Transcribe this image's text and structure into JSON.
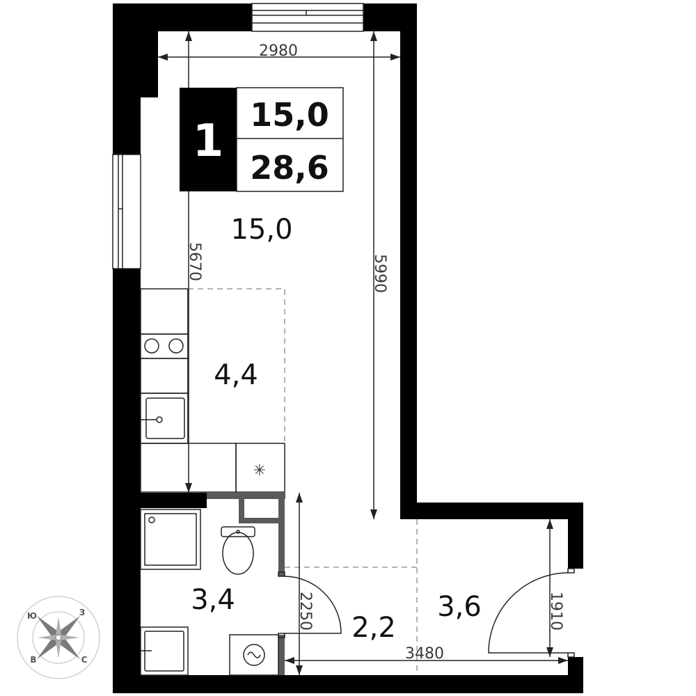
{
  "apartment": {
    "rooms_count": "1",
    "living_area": "15,0",
    "total_area": "28,6"
  },
  "rooms": {
    "living": "15,0",
    "kitchen": "4,4",
    "bathroom": "3,4",
    "corridor": "2,2",
    "hall": "3,6"
  },
  "dimensions": {
    "top_width": "2980",
    "left_height": "5670",
    "right_height": "5990",
    "bath_height": "2250",
    "entry_height": "1910",
    "bottom_width": "3480"
  },
  "compass": {
    "north_right_top": "З",
    "left_top": "Ю",
    "left_bottom": "В",
    "right_bottom": "С"
  },
  "icons": {
    "vent": "asterisk-icon",
    "compass": "compass-rose-icon"
  }
}
